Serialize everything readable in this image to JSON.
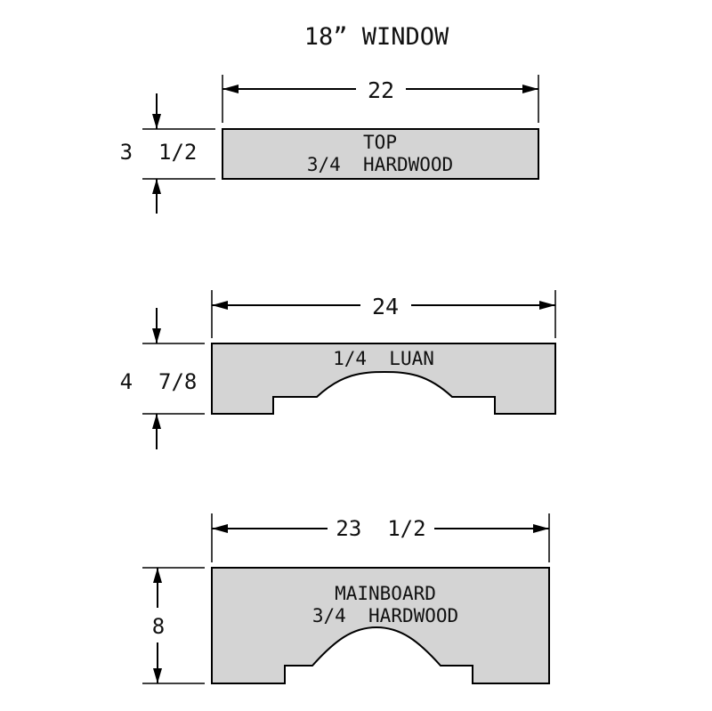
{
  "title": "18” WINDOW",
  "parts": [
    {
      "id": "top",
      "label_line1": "TOP",
      "label_line2": "3/4  HARDWOOD",
      "width_dim": "22",
      "height_dim": "3  1/2"
    },
    {
      "id": "luan",
      "label_line1": "1/4  LUAN",
      "width_dim": "24",
      "height_dim": "4  7/8"
    },
    {
      "id": "mainboard",
      "label_line1": "MAINBOARD",
      "label_line2": "3/4  HARDWOOD",
      "width_dim": "23  1/2",
      "height_dim": "8"
    }
  ],
  "colors": {
    "board_fill": "#d4d4d4",
    "line": "#000000"
  }
}
